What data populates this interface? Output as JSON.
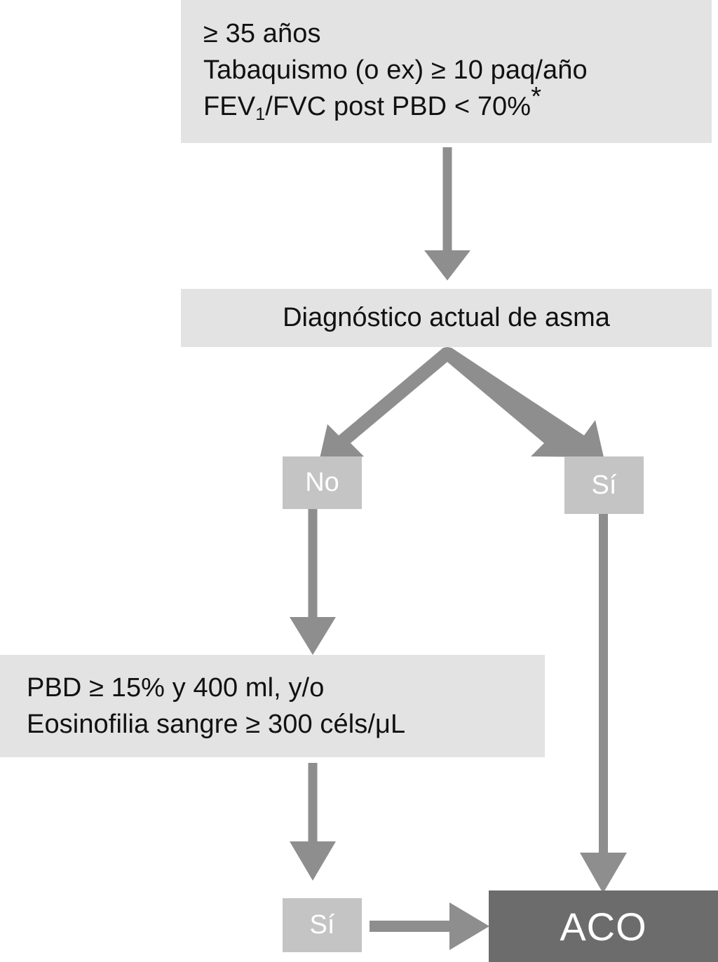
{
  "diagram": {
    "title": "Algoritmo diagnostico ACO",
    "colors": {
      "box_light": "#e3e3e3",
      "box_mid": "#c4c4c4",
      "box_dark": "#6c6c6c",
      "arrow": "#8e8e8e",
      "text_dark": "#111111",
      "text_light": "#ffffff",
      "background": "#ffffff"
    },
    "nodes": {
      "criteria": {
        "kind": "criteria-box",
        "line1_pre": "≥ 35 años",
        "line2": "Tabaquismo (o ex) ≥ 10 paq/año",
        "line3_a": "FEV",
        "line3_sub": "1",
        "line3_b": "/FVC post PBD < 70%",
        "line3_star": "*"
      },
      "decision_asthma": {
        "kind": "decision-box",
        "label": "Diagnóstico actual de asma"
      },
      "branch_no": {
        "kind": "answer-box",
        "label": "No"
      },
      "branch_si": {
        "kind": "answer-box",
        "label": "Sí"
      },
      "pbd_criteria": {
        "kind": "criteria-box",
        "line1": "PBD ≥ 15% y 400 ml, y/o",
        "line2": "Eosinofilia sangre ≥ 300 céls/μL"
      },
      "pbd_si": {
        "kind": "answer-box",
        "label": "Sí"
      },
      "outcome_aco": {
        "kind": "outcome-box",
        "label": "ACO"
      }
    },
    "edges": [
      {
        "name": "criteria-to-decision",
        "from": "criteria",
        "to": "decision_asthma",
        "label": ""
      },
      {
        "name": "decision-to-no",
        "from": "decision_asthma",
        "to": "branch_no",
        "label": ""
      },
      {
        "name": "decision-to-si",
        "from": "decision_asthma",
        "to": "branch_si",
        "label": ""
      },
      {
        "name": "no-to-pbd",
        "from": "branch_no",
        "to": "pbd_criteria",
        "label": ""
      },
      {
        "name": "pbd-to-si",
        "from": "pbd_criteria",
        "to": "pbd_si",
        "label": ""
      },
      {
        "name": "si-to-aco",
        "from": "pbd_si",
        "to": "outcome_aco",
        "label": ""
      },
      {
        "name": "branchsi-to-aco",
        "from": "branch_si",
        "to": "outcome_aco",
        "label": ""
      }
    ]
  }
}
